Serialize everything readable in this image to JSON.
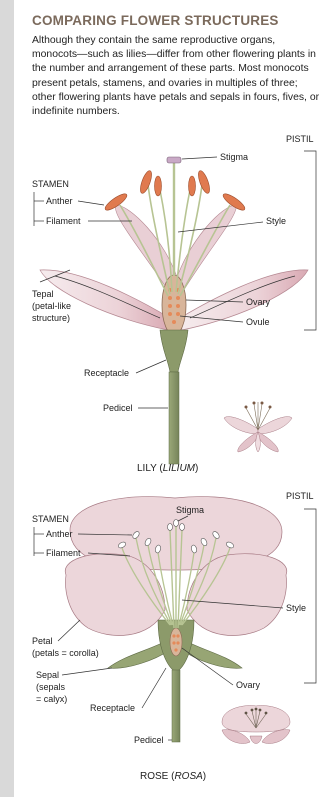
{
  "header": {
    "title": "COMPARING FLOWER STRUCTURES",
    "intro": "Although they contain the same reproductive organs, monocots—such as lilies—differ from other flowering plants in the number and arrangement of these parts. Most monocots present petals, stamens, and ovaries in multiples of three; other flowering plants have petals and sepals in fours, fives, or indefinite numbers."
  },
  "lily": {
    "caption_prefix": "LILY (",
    "caption_italic": "LILIUM",
    "caption_suffix": ")",
    "labels": {
      "pistil": "PISTIL",
      "stigma": "Stigma",
      "stamen": "STAMEN",
      "anther": "Anther",
      "filament": "Filament",
      "style": "Style",
      "tepal_1": "Tepal",
      "tepal_2": "(petal-like",
      "tepal_3": "structure)",
      "ovary": "Ovary",
      "ovule": "Ovule",
      "receptacle": "Receptacle",
      "pedicel": "Pedicel"
    }
  },
  "rose": {
    "caption_prefix": "ROSE (",
    "caption_italic": "ROSA",
    "caption_suffix": ")",
    "labels": {
      "pistil": "PISTIL",
      "stigma": "Stigma",
      "stamen": "STAMEN",
      "anther": "Anther",
      "filament": "Filament",
      "style": "Style",
      "petal_1": "Petal",
      "petal_2": "(petals = corolla)",
      "sepal_1": "Sepal",
      "sepal_2": "(sepals",
      "sepal_3": "= calyx)",
      "ovary": "Ovary",
      "receptacle": "Receptacle",
      "pedicel": "Pedicel"
    }
  },
  "colors": {
    "petal": "#ecd6da",
    "petal_vein": "#c79aa4",
    "stem": "#8c9a6a",
    "anther_lily": "#e07a4f",
    "ovary": "#d8b59a",
    "ovule": "#e58a5a",
    "heading": "#7b6a5c"
  }
}
